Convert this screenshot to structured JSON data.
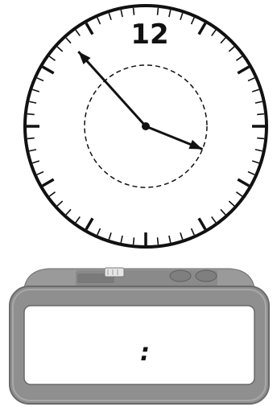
{
  "analog_clock": {
    "numeral": "12",
    "hour_hand_time": "4:00",
    "minute_hand_minutes": 53,
    "tick_count": 60
  },
  "digital_clock": {
    "time_text": ":"
  },
  "colors": {
    "ink": "#111111",
    "casing": "#8f8f8f",
    "casing_dark": "#6e6e6e",
    "screen": "#ffffff"
  }
}
